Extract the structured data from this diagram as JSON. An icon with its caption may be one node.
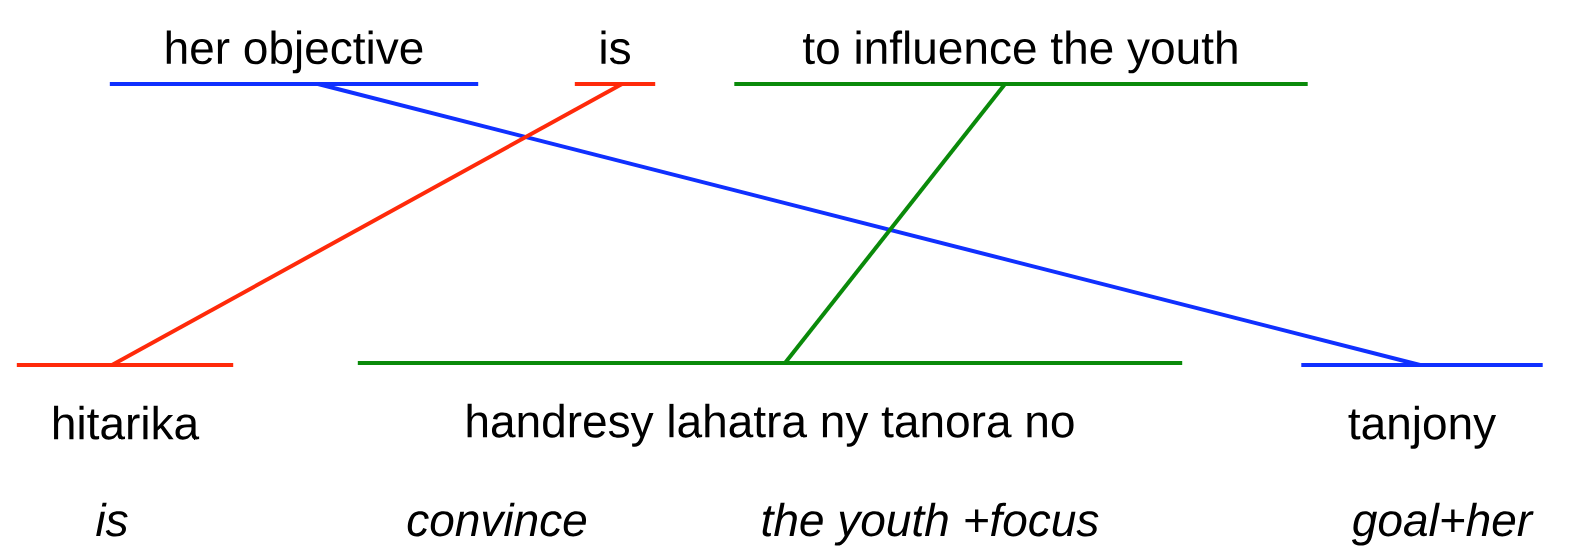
{
  "diagram": {
    "nodes": [
      {
        "text": [
          "her objective"
        ]
      },
      {
        "text": [
          "is"
        ]
      },
      {
        "text": [
          "to influence the youth"
        ]
      },
      {
        "text": [
          "hitarika"
        ]
      },
      {
        "text": [
          "handresy lahatra ny tanora no"
        ]
      },
      {
        "text": [
          "tanjony"
        ]
      }
    ],
    "edges": [
      {
        "from": 0,
        "to": 5,
        "arrow": "none",
        "color": "#1030ff"
      },
      {
        "from": 1,
        "to": 3,
        "arrow": "none",
        "color": "#ff2a0a"
      },
      {
        "from": 2,
        "to": 4,
        "arrow": "none",
        "color": "#0a8a0a"
      }
    ],
    "labels": [
      "is",
      "convince",
      "the youth +focus",
      "goal+her"
    ]
  }
}
